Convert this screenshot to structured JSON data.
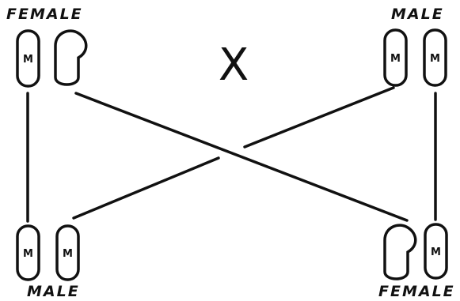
{
  "labels": {
    "top_left": "FEMALE",
    "top_right": "MALE",
    "bottom_left": "MALE",
    "bottom_right": "FEMALE"
  },
  "cross_symbol": "X",
  "chromosome_letter": "M",
  "colors": {
    "ink": "#111111",
    "background": "#ffffff"
  }
}
